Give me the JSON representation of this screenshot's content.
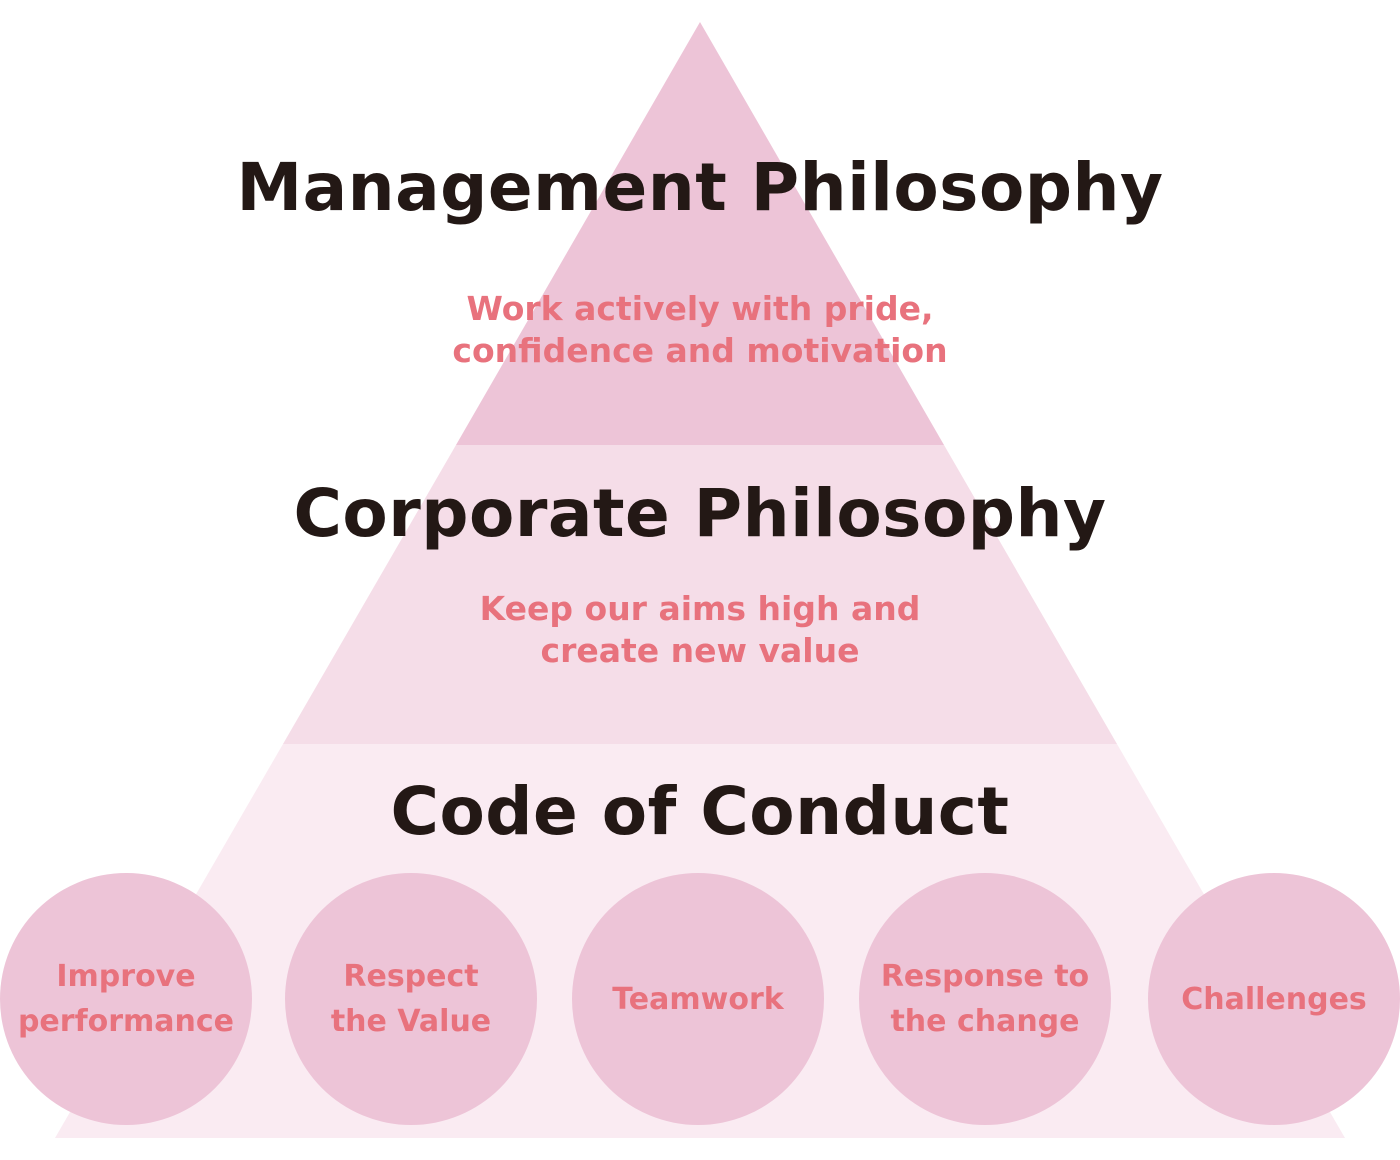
{
  "tiers": {
    "management": {
      "title": "Management Philosophy",
      "subtitle": "Work actively with pride,\nconfidence and motivation",
      "color": "#edc4d7"
    },
    "corporate": {
      "title": "Corporate Philosophy",
      "subtitle": "Keep our aims high and\ncreate new value",
      "color": "#f5dde8"
    },
    "conduct": {
      "title": "Code of Conduct",
      "color": "#faebf2"
    }
  },
  "values": [
    {
      "label": "Improve\nperformance"
    },
    {
      "label": "Respect\nthe Value"
    },
    {
      "label": "Teamwork"
    },
    {
      "label": "Response to\nthe change"
    },
    {
      "label": "Challenges"
    }
  ],
  "colors": {
    "heading": "#231815",
    "accent": "#e8727d",
    "circle": "#edc4d7"
  }
}
